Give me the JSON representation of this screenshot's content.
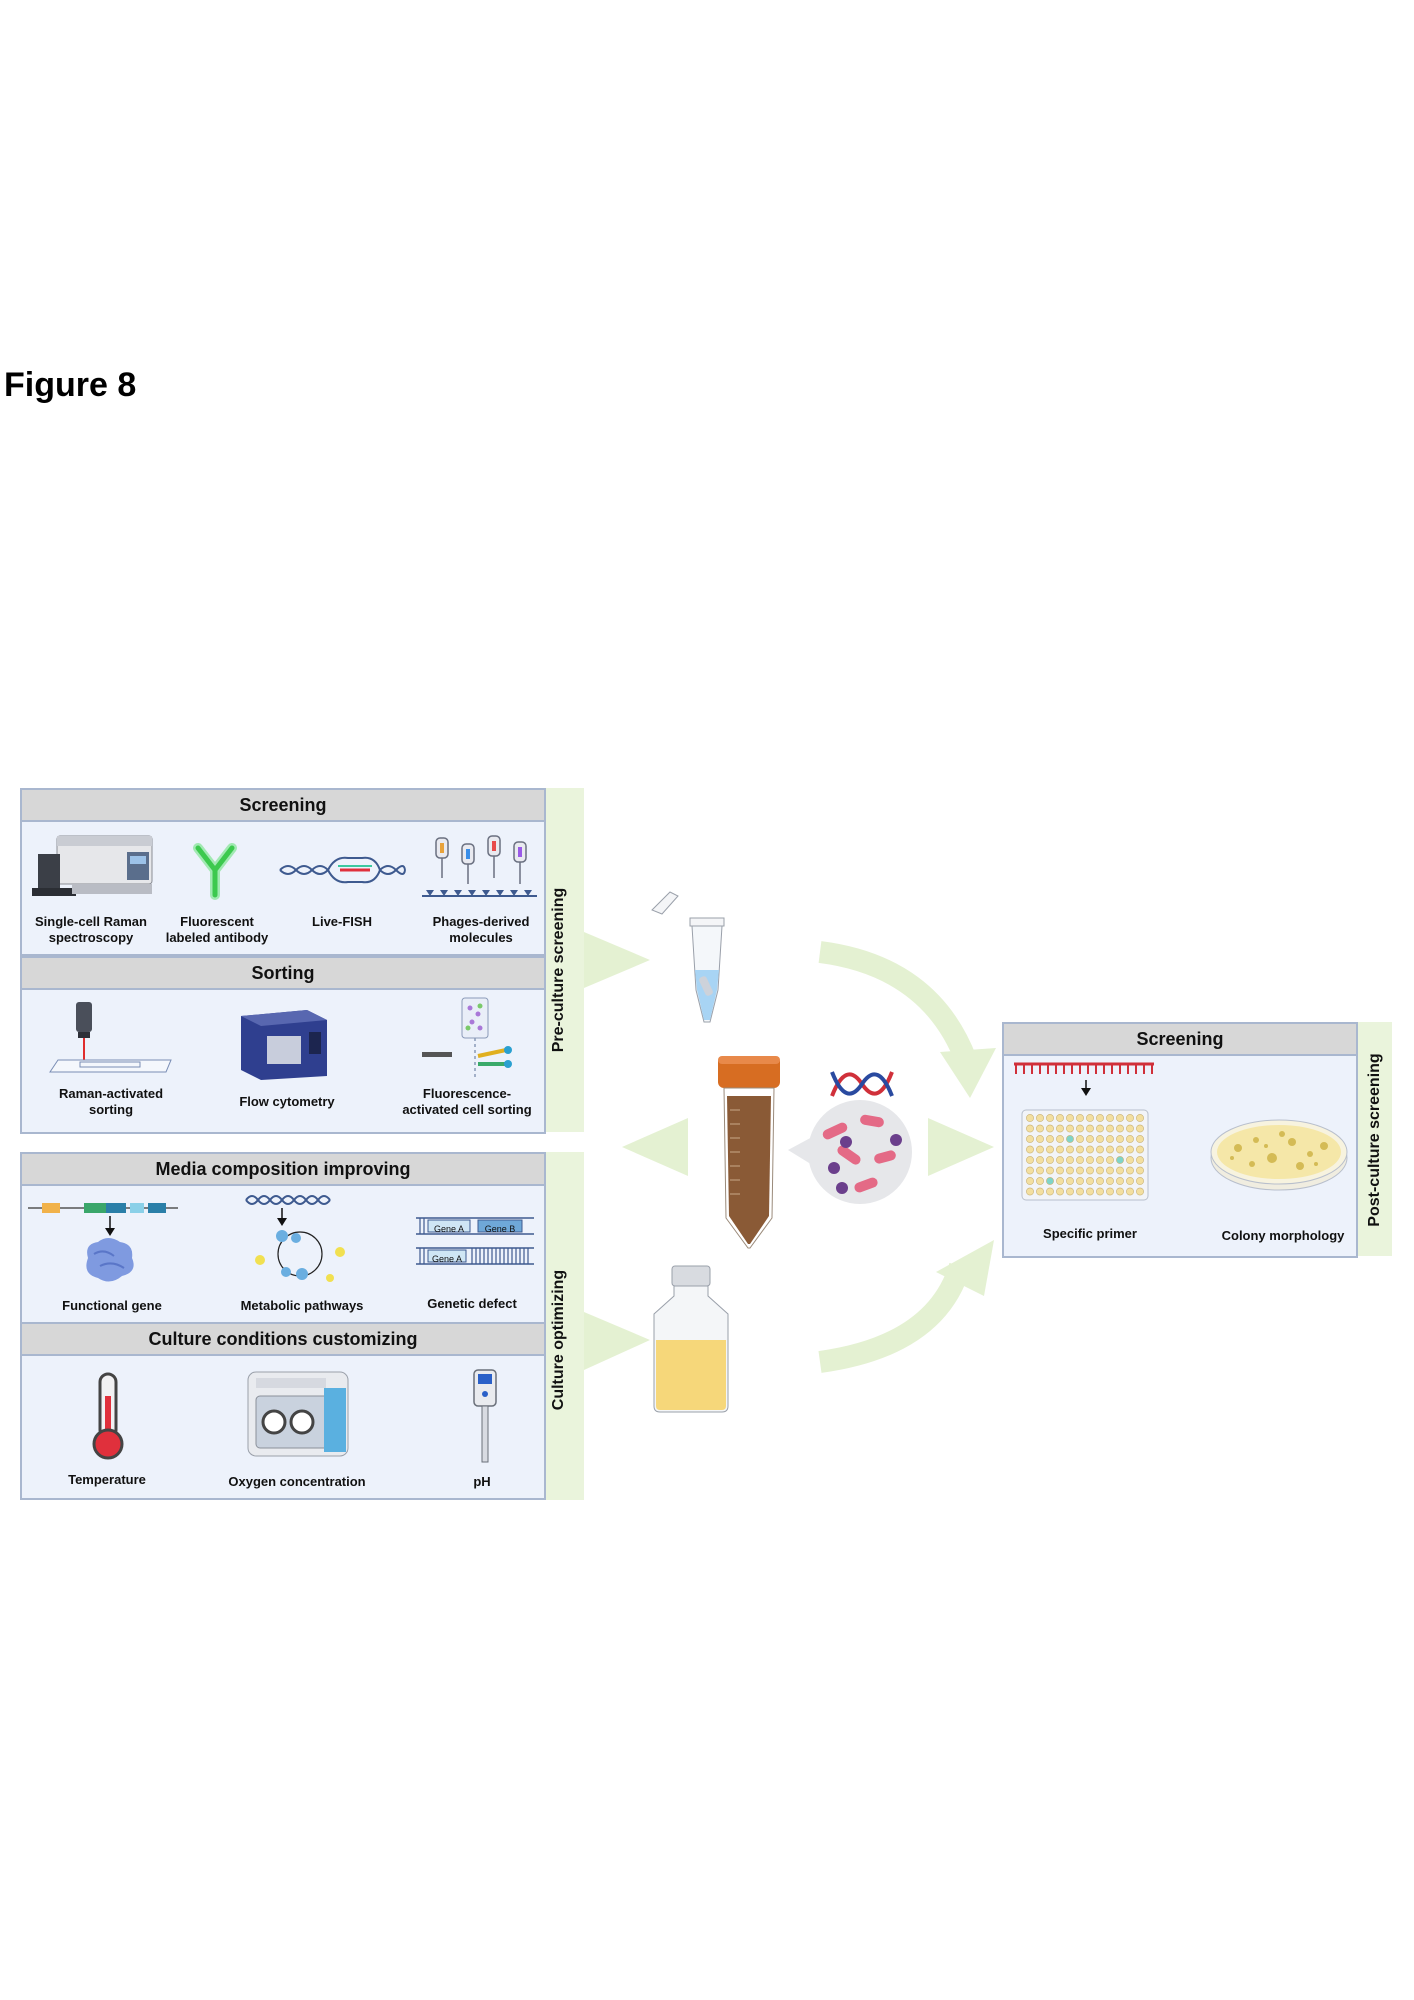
{
  "figure_title": "Figure 8",
  "pre_culture": {
    "band_label": "Pre-culture screening",
    "screening": {
      "title": "Screening",
      "items": [
        "Single-cell Raman\nspectroscopy",
        "Fluorescent\nlabeled antibody",
        "Live-FISH",
        "Phages-derived\nmolecules"
      ]
    },
    "sorting": {
      "title": "Sorting",
      "items": [
        "Raman-activated\nsorting",
        "Flow cytometry",
        "Fluorescence-\nactivated cell sorting"
      ]
    }
  },
  "culture_optimizing": {
    "band_label": "Culture optimizing",
    "media": {
      "title": "Media composition improving",
      "items": [
        "Functional gene",
        "Metabolic pathways",
        "Genetic defect"
      ],
      "gene_labels": [
        "Gene A",
        "Gene B",
        "Gene A"
      ]
    },
    "conditions": {
      "title": "Culture conditions customizing",
      "items": [
        "Temperature",
        "Oxygen concentration",
        "pH"
      ]
    }
  },
  "post_culture": {
    "band_label": "Post-culture screening",
    "screening": {
      "title": "Screening",
      "items": [
        "Specific primer",
        "Colony morphology"
      ]
    }
  },
  "colors": {
    "panel_bg": "#edf2fb",
    "panel_border": "#a9b7cf",
    "header_bg": "#d7d7d7",
    "band_green": "#eaf4dc",
    "arrow_green": "#e4f1d2",
    "bacteria_pink": "#e46a86",
    "bacteria_purple": "#6b3f8c"
  },
  "icons": [
    "raman-spectrometer-icon",
    "antibody-icon",
    "dna-probe-icon",
    "phage-icon",
    "microscope-objective-icon",
    "flow-cytometer-icon",
    "cell-sorter-icon",
    "protein-icon",
    "pathway-icon",
    "gene-defect-icon",
    "thermometer-icon",
    "anaerobic-chamber-icon",
    "ph-meter-icon",
    "microtube-icon",
    "falcon-tube-icon",
    "media-bottle-icon",
    "dna-helix-icon",
    "bacteria-icon",
    "primer-icon",
    "well-plate-icon",
    "petri-dish-icon"
  ]
}
